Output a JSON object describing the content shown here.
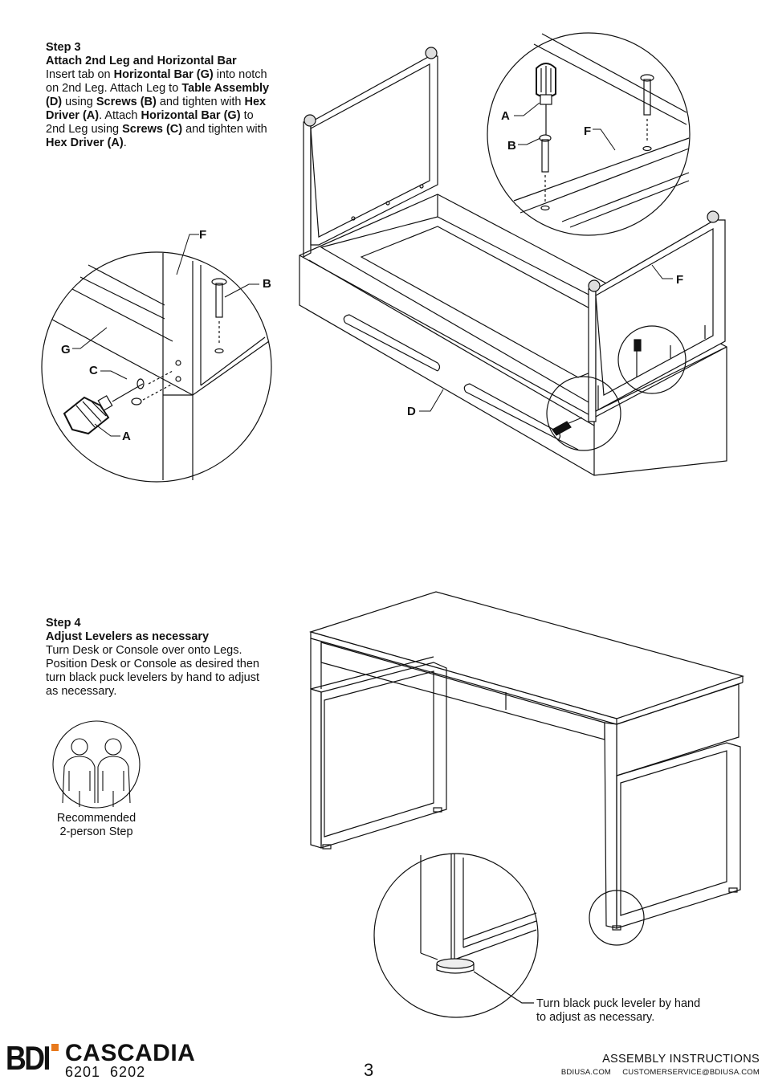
{
  "step3": {
    "title": "Step 3",
    "subtitle": "Attach 2nd Leg and Horizontal Bar",
    "body": [
      {
        "t": "Insert tab on "
      },
      {
        "b": "Horizontal Bar (G)"
      },
      {
        "t": " into notch on 2nd Leg. Attach Leg to "
      },
      {
        "b": "Table Assembly (D)"
      },
      {
        "t": " using "
      },
      {
        "b": "Screws (B)"
      },
      {
        "t": " and tighten with "
      },
      {
        "b": "Hex Driver (A)"
      },
      {
        "t": ". Attach "
      },
      {
        "b": "Horizontal Bar (G)"
      },
      {
        "t": " to 2nd Leg using "
      },
      {
        "b": "Screws (C)"
      },
      {
        "t": " and tighten with "
      },
      {
        "b": "Hex Driver (A)"
      },
      {
        "t": "."
      }
    ]
  },
  "step4": {
    "title": "Step 4",
    "subtitle": "Adjust Levelers as necessary",
    "body": "Turn Desk or Console over onto Legs. Position Desk or Console as desired then turn black puck levelers by hand to adjust as necessary."
  },
  "recommended": {
    "line1": "Recommended",
    "line2": "2-person Step"
  },
  "labels": {
    "A": "A",
    "B": "B",
    "C": "C",
    "D": "D",
    "F": "F",
    "G": "G"
  },
  "leveler_caption": {
    "line1": "Turn black puck leveler by hand",
    "line2": "to adjust as necessary."
  },
  "footer": {
    "logo": "BDI",
    "brand": "CASCADIA",
    "models": "6201  6202",
    "page": "3",
    "doc_type": "ASSEMBLY INSTRUCTIONS",
    "site": "BDIUSA.COM",
    "email": "CUSTOMERSERVICE@BDIUSA.COM"
  },
  "colors": {
    "ink": "#111111",
    "accent": "#e8791c"
  }
}
